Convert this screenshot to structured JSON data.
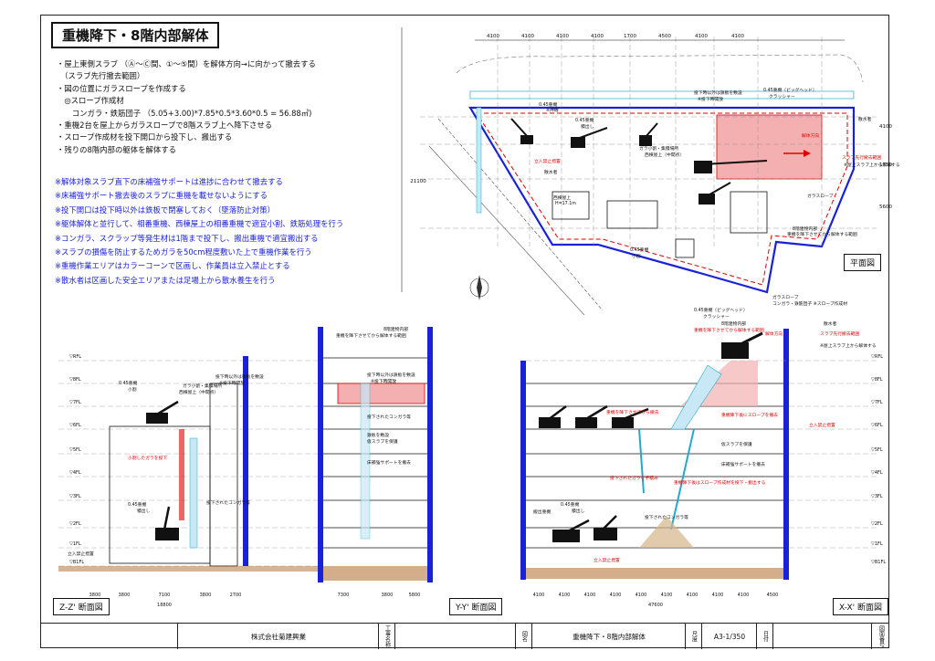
{
  "title": "重機降下・8階内部解体",
  "notes_black": [
    "・屋上東側スラブ （Ⓐ～Ⓒ間、①～⑤間）を解体方向→に向かって撤去する",
    "　（スラブ先行撤去範囲）",
    "・図の位置にガラスロープを作成する",
    "　◎スロープ作成材",
    "　　コンガラ・鉄筋団子 （5.05+3.00)*7.85*0.5*3.60*0.5 = 56.88㎥)",
    "・重機2台を屋上からガラスロープで8階スラブ上へ降下させる",
    "・スロープ作成材を投下開口から投下し、搬出する",
    "・残りの8階内部の躯体を解体する"
  ],
  "notes_blue": [
    "※解体対象スラブ直下の床補強サポートは進捗に合わせて撤去する",
    "※床補強サポート撤去後のスラブに重機を載せないようにする",
    "※投下開口は投下時以外は鉄板で閉塞しておく（墜落防止対策）",
    "※躯体解体と並行して、相番重機、西棟屋上の相番重機で適宜小割、鉄筋処理を行う",
    "※コンガラ、スクラップ等発生材は1階まで投下し、搬出重機で適宜搬出する",
    "※スラブの損傷を防止するためガラを50cm程度敷いた上で重機作業を行う",
    "※重機作業エリアはカラーコーンで区画し、作業員は立入禁止とする",
    "※散水者は区画した安全エリアまたは足場上から散水養生を行う"
  ],
  "plan_label": "平面図",
  "section_zz": "Z-Z' 断面図",
  "section_yy": "Y-Y' 断面図",
  "section_xx": "X-X' 断面図",
  "plan_dims_top": [
    "4100",
    "4100",
    "4100",
    "4100",
    "1700",
    "4500",
    "4100",
    "4100"
  ],
  "plan_dims_right": [
    "4100",
    "1750",
    "5600"
  ],
  "plan_dim_left": "21100",
  "plan_annotations": [
    "0.45重機",
    "※押機",
    "投下時以外は鉄板を敷設",
    "※投下時開放",
    "0.45重機（ビッグヘッド）",
    "クラッシャー",
    "0.45重機",
    "積出し",
    "ガラ小割・集積場所",
    "西棟屋上（中間点）",
    "西棟屋上",
    "H=17.1m",
    "立入禁止措置",
    "散水者",
    "スラブ先行撤去範囲",
    "※屋上スラブ上から解体する",
    "解体方向",
    "8階建物内部",
    "重機を降下させてから解体する範囲",
    "0.45重機",
    "小割",
    "ガラスロープ",
    "散水者"
  ],
  "floor_labels": [
    "RFL",
    "8FL",
    "7FL",
    "6FL",
    "5FL",
    "4FL",
    "3FL",
    "2FL",
    "1FL",
    "B1FL"
  ],
  "zz_dims": [
    "3800",
    "3800",
    "7100",
    "3800",
    "2700"
  ],
  "zz_total": "18800",
  "yy_dims": [
    "7300",
    "3800",
    "5800"
  ],
  "xx_dims": [
    "4100",
    "4100",
    "4100",
    "4100",
    "4100",
    "4100",
    "4100",
    "4100",
    "4100",
    "4500"
  ],
  "xx_total": "47600",
  "section_annotations": {
    "zz": [
      "0.45重機",
      "小割",
      "ガラ小割・集積場所",
      "西棟屋上（中間点）",
      "投下時以外は鉄板を敷設",
      "※投下時開放",
      "小割したガラを投下",
      "0.45重機",
      "積出し",
      "投下されたコンガラ等",
      "立入禁止措置"
    ],
    "yy": [
      "8階建物内部",
      "重機を降下させてから解体する範囲",
      "投下時以外は鉄板を敷設",
      "※投下時開放",
      "投下されたコンガラ等",
      "鉄板を敷設",
      "仮スラブを保護",
      "床補強サポートを撤去"
    ],
    "xx": [
      "ガラスロープ",
      "コンガラ・鉄筋団子 ※スロープ作成材",
      "0.45重機（ビッグヘッド）",
      "クラッシャー",
      "8階建物内部",
      "重機を降下させてから解体する範囲",
      "散水者",
      "スラブ先行撤去範囲",
      "解体方向",
      "※屋上スラブ上から解体する",
      "重機を降下させてから撤去",
      "重機降下後にスロープを撤去",
      "床補強サポートを撤去",
      "仮スラブを保護",
      "重機降下後はスロープ作成材を投下・搬出する",
      "0.45重機",
      "積出し",
      "搬出重機",
      "投下されたコンガラ等",
      "立入禁止措置",
      "投下されたガラを手積み",
      "立入禁止措置"
    ]
  },
  "title_block": {
    "company": "株式会社菊建興業",
    "work_label": "工事名称",
    "drawing_label": "図名",
    "drawing_name": "重機降下・8階内部解体",
    "scale_label": "尺度",
    "scale": "A3-1/350",
    "date_label": "日付",
    "number_label": "図面番号"
  },
  "colors": {
    "blue": "#1a22d8",
    "red": "#e00000",
    "pink": "#f4b0b0",
    "cyan": "#22aacc",
    "brown": "#b06a2a"
  }
}
